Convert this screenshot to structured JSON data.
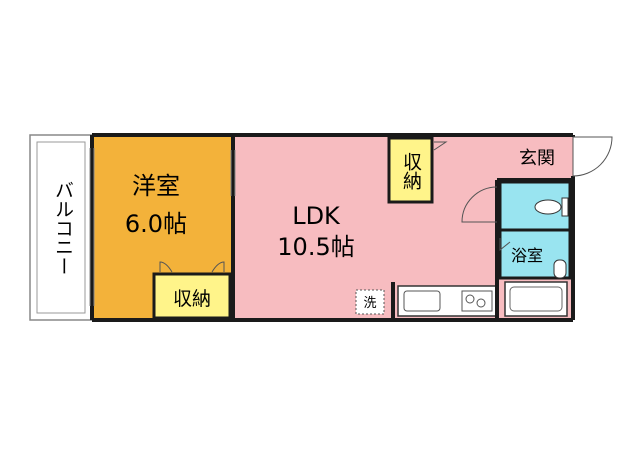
{
  "floorplan": {
    "balcony": {
      "label": "バルコニー"
    },
    "western_room": {
      "name": "洋室",
      "size": "6.0帖"
    },
    "western_storage": {
      "label": "収納"
    },
    "ldk": {
      "name": "LDK",
      "size": "10.5帖"
    },
    "ldk_storage": {
      "label": "収納"
    },
    "entrance": {
      "label": "玄関"
    },
    "bathroom": {
      "label": "浴室"
    },
    "washer": {
      "label": "洗"
    }
  },
  "colors": {
    "western_room": "#F3B23A",
    "ldk": "#F7BCC0",
    "storage": "#FFF48A",
    "wet_area": "#99E4F0",
    "wall": "#1A1A1A",
    "balcony": "#FFFFFF"
  }
}
